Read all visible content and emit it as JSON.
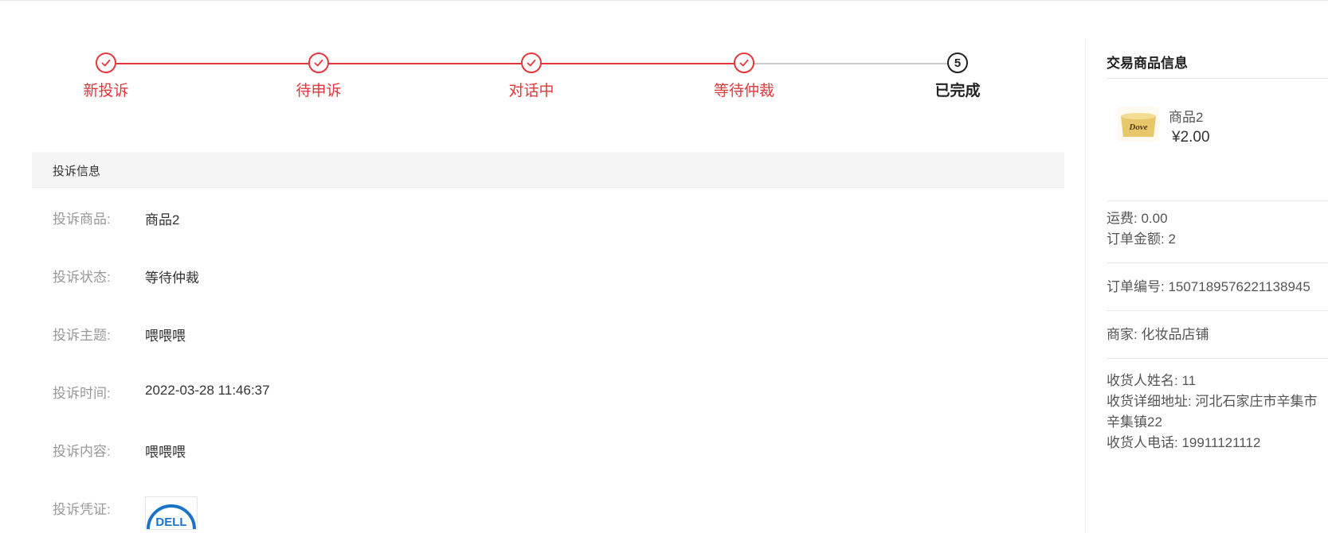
{
  "steps": [
    {
      "label": "新投诉",
      "state": "done"
    },
    {
      "label": "待申诉",
      "state": "done"
    },
    {
      "label": "对话中",
      "state": "done"
    },
    {
      "label": "等待仲裁",
      "state": "done"
    },
    {
      "label": "已完成",
      "state": "current",
      "number": "5"
    }
  ],
  "info": {
    "title": "投诉信息",
    "rows": [
      {
        "label": "投诉商品:",
        "value": "商品2"
      },
      {
        "label": "投诉状态:",
        "value": "等待仲裁"
      },
      {
        "label": "投诉主题:",
        "value": "喂喂喂"
      },
      {
        "label": "投诉时间:",
        "value": "2022-03-28 11:46:37"
      },
      {
        "label": "投诉内容:",
        "value": "喂喂喂"
      },
      {
        "label": "投诉凭证:",
        "value": ""
      }
    ],
    "evidence_logo": "DELL"
  },
  "right": {
    "title": "交易商品信息",
    "product": {
      "name": "商品2",
      "price": "¥2.00",
      "brand_text": "Dove"
    },
    "shipping": "运费: 0.00",
    "order_amount": "订单金额: 2",
    "order_no": "订单编号: 1507189576221138945",
    "merchant": "商家: 化妆品店铺",
    "receiver_name": "收货人姓名: 11",
    "receiver_address_1": "收货详细地址: 河北石家庄市辛集市",
    "receiver_address_2": "辛集镇22",
    "receiver_phone": "收货人电话: 19911121112"
  },
  "colors": {
    "accent": "#e3383b",
    "inactive_line": "#cccccc"
  }
}
